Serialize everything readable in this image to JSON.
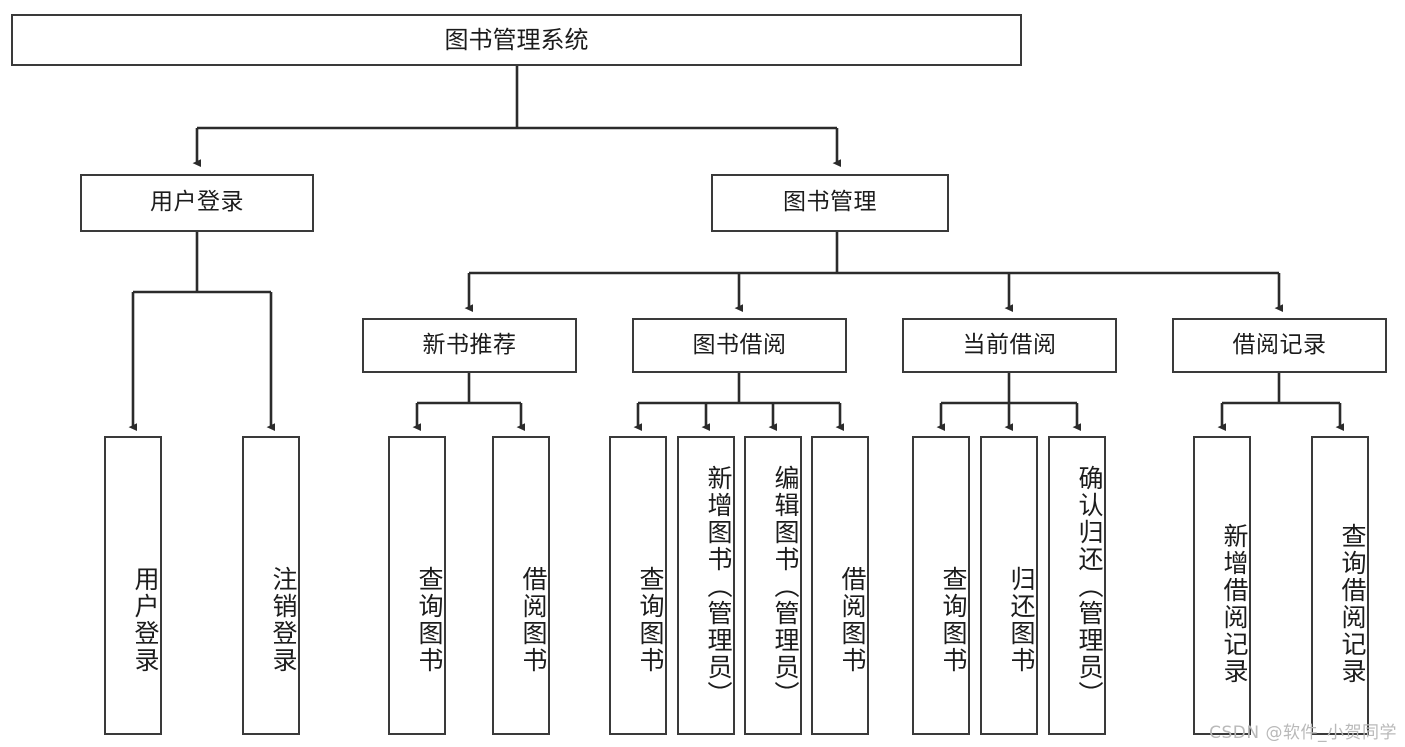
{
  "diagram": {
    "title": "图书管理系统",
    "type": "tree",
    "colors": {
      "box_border": "#3a3a3a",
      "box_fill": "#ffffff",
      "connector": "#2b2b2b",
      "text": "#1c1c1c",
      "watermark": "#b9b9b9",
      "background": "#ffffff"
    },
    "nodes": {
      "root": {
        "label": "图书管理系统"
      },
      "level2": [
        {
          "id": "user-login",
          "label": "用户登录"
        },
        {
          "id": "book-manage",
          "label": "图书管理"
        }
      ],
      "level3": [
        {
          "id": "new-book-recommend",
          "label": "新书推荐"
        },
        {
          "id": "book-borrow",
          "label": "图书借阅"
        },
        {
          "id": "current-borrow",
          "label": "当前借阅"
        },
        {
          "id": "borrow-record",
          "label": "借阅记录"
        }
      ],
      "leaves": {
        "user_login": [
          {
            "id": "leaf-user-login",
            "label": "用户登录"
          },
          {
            "id": "leaf-logout-login",
            "label": "注销登录"
          }
        ],
        "new_book_recommend": [
          {
            "id": "leaf-query-book-1",
            "label": "查询图书"
          },
          {
            "id": "leaf-borrow-book-1",
            "label": "借阅图书"
          }
        ],
        "book_borrow": [
          {
            "id": "leaf-query-book-2",
            "label": "查询图书"
          },
          {
            "id": "leaf-add-book",
            "label": "新增图书（管理员）"
          },
          {
            "id": "leaf-edit-book",
            "label": "编辑图书（管理员）"
          },
          {
            "id": "leaf-borrow-book-2",
            "label": "借阅图书"
          }
        ],
        "current_borrow": [
          {
            "id": "leaf-query-book-3",
            "label": "查询图书"
          },
          {
            "id": "leaf-return-book",
            "label": "归还图书"
          },
          {
            "id": "leaf-confirm-return",
            "label": "确认归还（管理员）"
          }
        ],
        "borrow_record": [
          {
            "id": "leaf-add-record",
            "label": "新增借阅记录"
          },
          {
            "id": "leaf-query-record",
            "label": "查询借阅记录"
          }
        ]
      }
    },
    "watermark": "CSDN @软件_小贺同学"
  }
}
